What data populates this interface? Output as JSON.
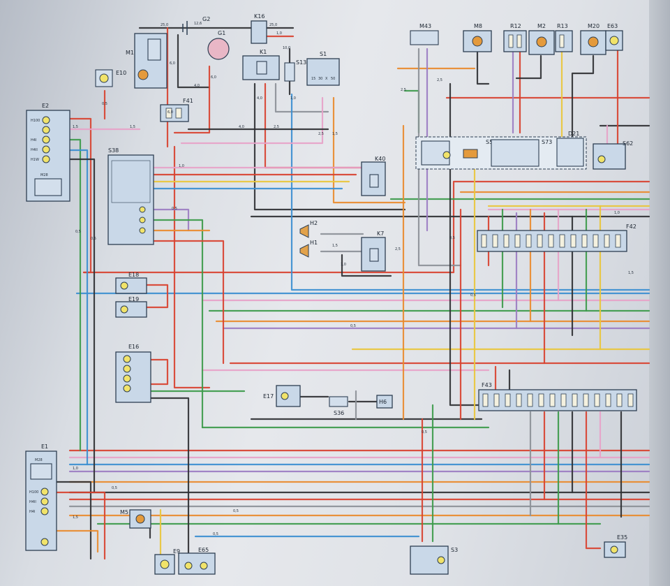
{
  "palette": {
    "red": "#d8412f",
    "orange": "#e98a2c",
    "yellow": "#e9c53a",
    "green": "#3c9a4a",
    "blue": "#3b8ed0",
    "pink": "#e7a2c8",
    "violet": "#9b7cc2",
    "black": "#2f3033",
    "grey": "#8c9097",
    "brown": "#8b5a2b",
    "white": "#f4f4f4"
  },
  "components": {
    "E2": {
      "label": "E2",
      "sub": [
        "H100",
        "H4I",
        "H4II",
        "H1W"
      ]
    },
    "M28": {
      "label": "M28"
    },
    "E10": {
      "label": "E10"
    },
    "M1": {
      "label": "M1"
    },
    "G2": {
      "label": "G2"
    },
    "G1": {
      "label": "G1"
    },
    "K16": {
      "label": "K16"
    },
    "K1": {
      "label": "K1"
    },
    "S13": {
      "label": "S13"
    },
    "S1": {
      "label": "S1",
      "pins": [
        "15",
        "30",
        "X",
        "50"
      ]
    },
    "F41": {
      "label": "F41"
    },
    "S38": {
      "label": "S38"
    },
    "K40": {
      "label": "K40"
    },
    "H2": {
      "label": "H2"
    },
    "H1": {
      "label": "H1"
    },
    "K7": {
      "label": "K7"
    },
    "M43": {
      "label": "M43"
    },
    "M8": {
      "label": "M8"
    },
    "R12": {
      "label": "R12"
    },
    "M2": {
      "label": "M2"
    },
    "R13": {
      "label": "R13"
    },
    "M20": {
      "label": "M20"
    },
    "E63": {
      "label": "E63"
    },
    "S5": {
      "label": "S5"
    },
    "S73": {
      "label": "S73"
    },
    "D21": {
      "label": "D21"
    },
    "S62": {
      "label": "S62"
    },
    "F42": {
      "label": "F42"
    },
    "F43": {
      "label": "F43"
    },
    "E18": {
      "label": "E18"
    },
    "E19": {
      "label": "E19"
    },
    "E16": {
      "label": "E16"
    },
    "E17": {
      "label": "E17"
    },
    "S36": {
      "label": "S36"
    },
    "H6": {
      "label": "H6"
    },
    "E1": {
      "label": "E1",
      "sub": [
        "M28",
        "H100",
        "H4II",
        "H4I"
      ]
    },
    "M5": {
      "label": "M5"
    },
    "E9": {
      "label": "E9"
    },
    "E65": {
      "label": "E65"
    },
    "S3": {
      "label": "S3"
    },
    "E35": {
      "label": "E35"
    }
  },
  "wire_labels": [
    "25,0",
    "12,6",
    "25,0",
    "1,0",
    "10,0",
    "6,0",
    "4,0",
    "6,0",
    "4,0",
    "4,0",
    "2,5",
    "1,0",
    "1,5",
    "1,5",
    "0,5",
    "1,0",
    "0,5",
    "2,5",
    "1,5",
    "0,5",
    "0,5",
    "1,5",
    "0,5",
    "1,0",
    "0,5",
    "1,0",
    "2,5",
    "0,5",
    "2,5",
    "1,5",
    "1,0",
    "0,5",
    "1,5",
    "0,5",
    "6,0",
    "2,5",
    "0,5",
    "0,5"
  ]
}
